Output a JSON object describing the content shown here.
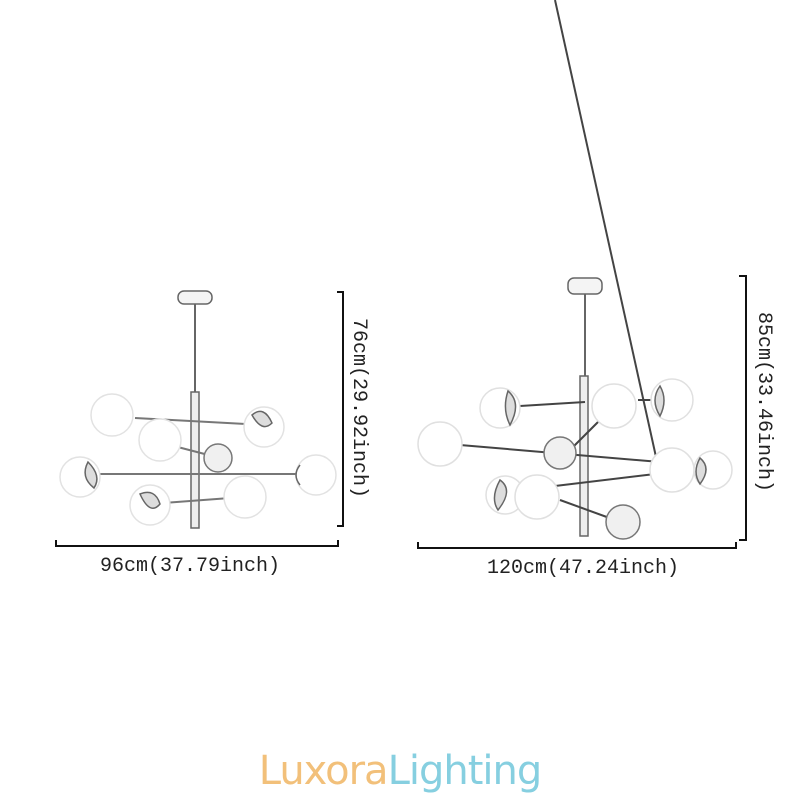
{
  "left_product": {
    "width_label": "96cm(37.79inch)",
    "height_label": "76cm(29.92inch)",
    "globe_count": 8
  },
  "right_product": {
    "width_label": "120cm(47.24inch)",
    "height_label": "85cm(33.46inch)",
    "globe_count": 10
  },
  "brand": {
    "part1": "Luxora",
    "part2": "Lighting",
    "color1": "#f2c07a",
    "color2": "#86cfe0"
  }
}
